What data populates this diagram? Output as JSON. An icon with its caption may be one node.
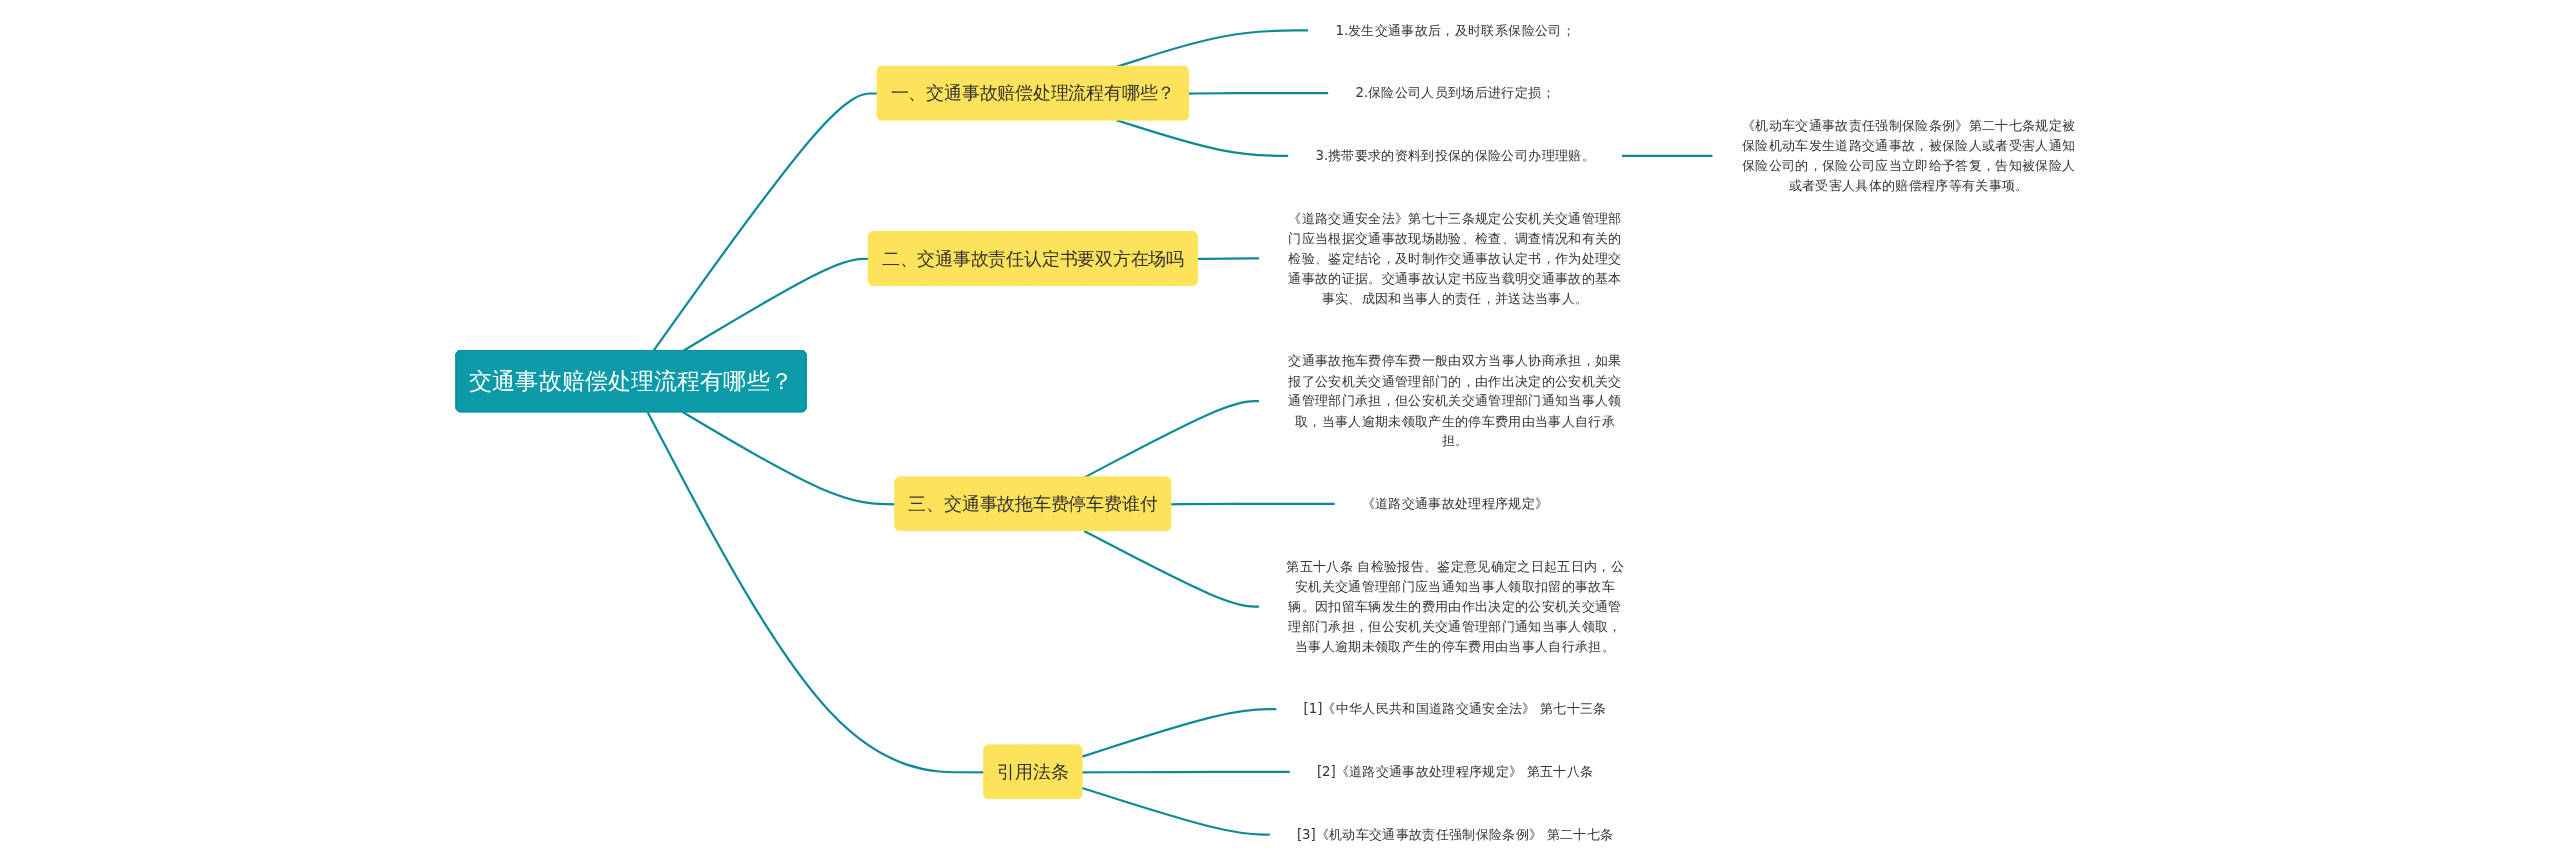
{
  "diagram": {
    "nodes": [
      {
        "text": [
          "交通事故赔偿处理流程有哪些？"
        ]
      },
      {
        "text": [
          "一、交通事故赔偿处理流程有哪些？"
        ]
      },
      {
        "text": [
          "1.发生交通事故后，及时联系保险公司；"
        ]
      },
      {
        "text": [
          "2.保险公司人员到场后进行定损；"
        ]
      },
      {
        "text": [
          "3.携带要求的资料到投保的保险公司办理理赔。"
        ]
      },
      {
        "text": [
          "《机动车交通事故责任强制保险条例》第二十七条规定被保险机动车发生道路交通事故，被保险人或者受害人通知保险公司的，保险公司应当立即给予答复，告知被保险人或者受害人具体的赔偿程序等有关事项。"
        ]
      },
      {
        "text": [
          "二、交通事故责任认定书要双方在场吗"
        ]
      },
      {
        "text": [
          "《道路交通安全法》第七十三条规定公安机关交通管理部门应当根据交通事故现场勘验、检查、调查情况和有关的检验、鉴定结论，及时制作交通事故认定书，作为处理交通事故的证据。交通事故认定书应当载明交通事故的基本事实、成因和当事人的责任，并送达当事人。"
        ]
      },
      {
        "text": [
          "三、交通事故拖车费停车费谁付"
        ]
      },
      {
        "text": [
          "交通事故拖车费停车费一般由双方当事人协商承担，如果报了公安机关交通管理部门的，由作出决定的公安机关交通管理部门承担，但公安机关交通管理部门通知当事人领取，当事人逾期未领取产生的停车费用由当事人自行承担。"
        ]
      },
      {
        "text": [
          "《道路交通事故处理程序规定》"
        ]
      },
      {
        "text": [
          "第五十八条 自检验报告、鉴定意见确定之日起五日内，公安机关交通管理部门应当通知当事人领取扣留的事故车辆。因扣留车辆发生的费用由作出决定的公安机关交通管理部门承担，但公安机关交通管理部门通知当事人领取，当事人逾期未领取产生的停车费用由当事人自行承担。"
        ]
      },
      {
        "text": [
          "引用法条"
        ]
      },
      {
        "text": [
          "[1]《中华人民共和国道路交通安全法》 第七十三条"
        ]
      },
      {
        "text": [
          "[2]《道路交通事故处理程序规定》 第五十八条"
        ]
      },
      {
        "text": [
          "[3]《机动车交通事故责任强制保险条例》 第二十七条"
        ]
      }
    ],
    "edges": [
      {
        "from": 0,
        "to": 1,
        "arrow": "none"
      },
      {
        "from": 1,
        "to": 2,
        "arrow": "none"
      },
      {
        "from": 1,
        "to": 3,
        "arrow": "none"
      },
      {
        "from": 1,
        "to": 4,
        "arrow": "none"
      },
      {
        "from": 4,
        "to": 5,
        "arrow": "none"
      },
      {
        "from": 0,
        "to": 6,
        "arrow": "none"
      },
      {
        "from": 6,
        "to": 7,
        "arrow": "none"
      },
      {
        "from": 0,
        "to": 8,
        "arrow": "none"
      },
      {
        "from": 8,
        "to": 9,
        "arrow": "none"
      },
      {
        "from": 8,
        "to": 10,
        "arrow": "none"
      },
      {
        "from": 8,
        "to": 11,
        "arrow": "none"
      },
      {
        "from": 0,
        "to": 12,
        "arrow": "none"
      },
      {
        "from": 12,
        "to": 13,
        "arrow": "none"
      },
      {
        "from": 12,
        "to": 14,
        "arrow": "none"
      },
      {
        "from": 12,
        "to": 15,
        "arrow": "none"
      }
    ]
  }
}
